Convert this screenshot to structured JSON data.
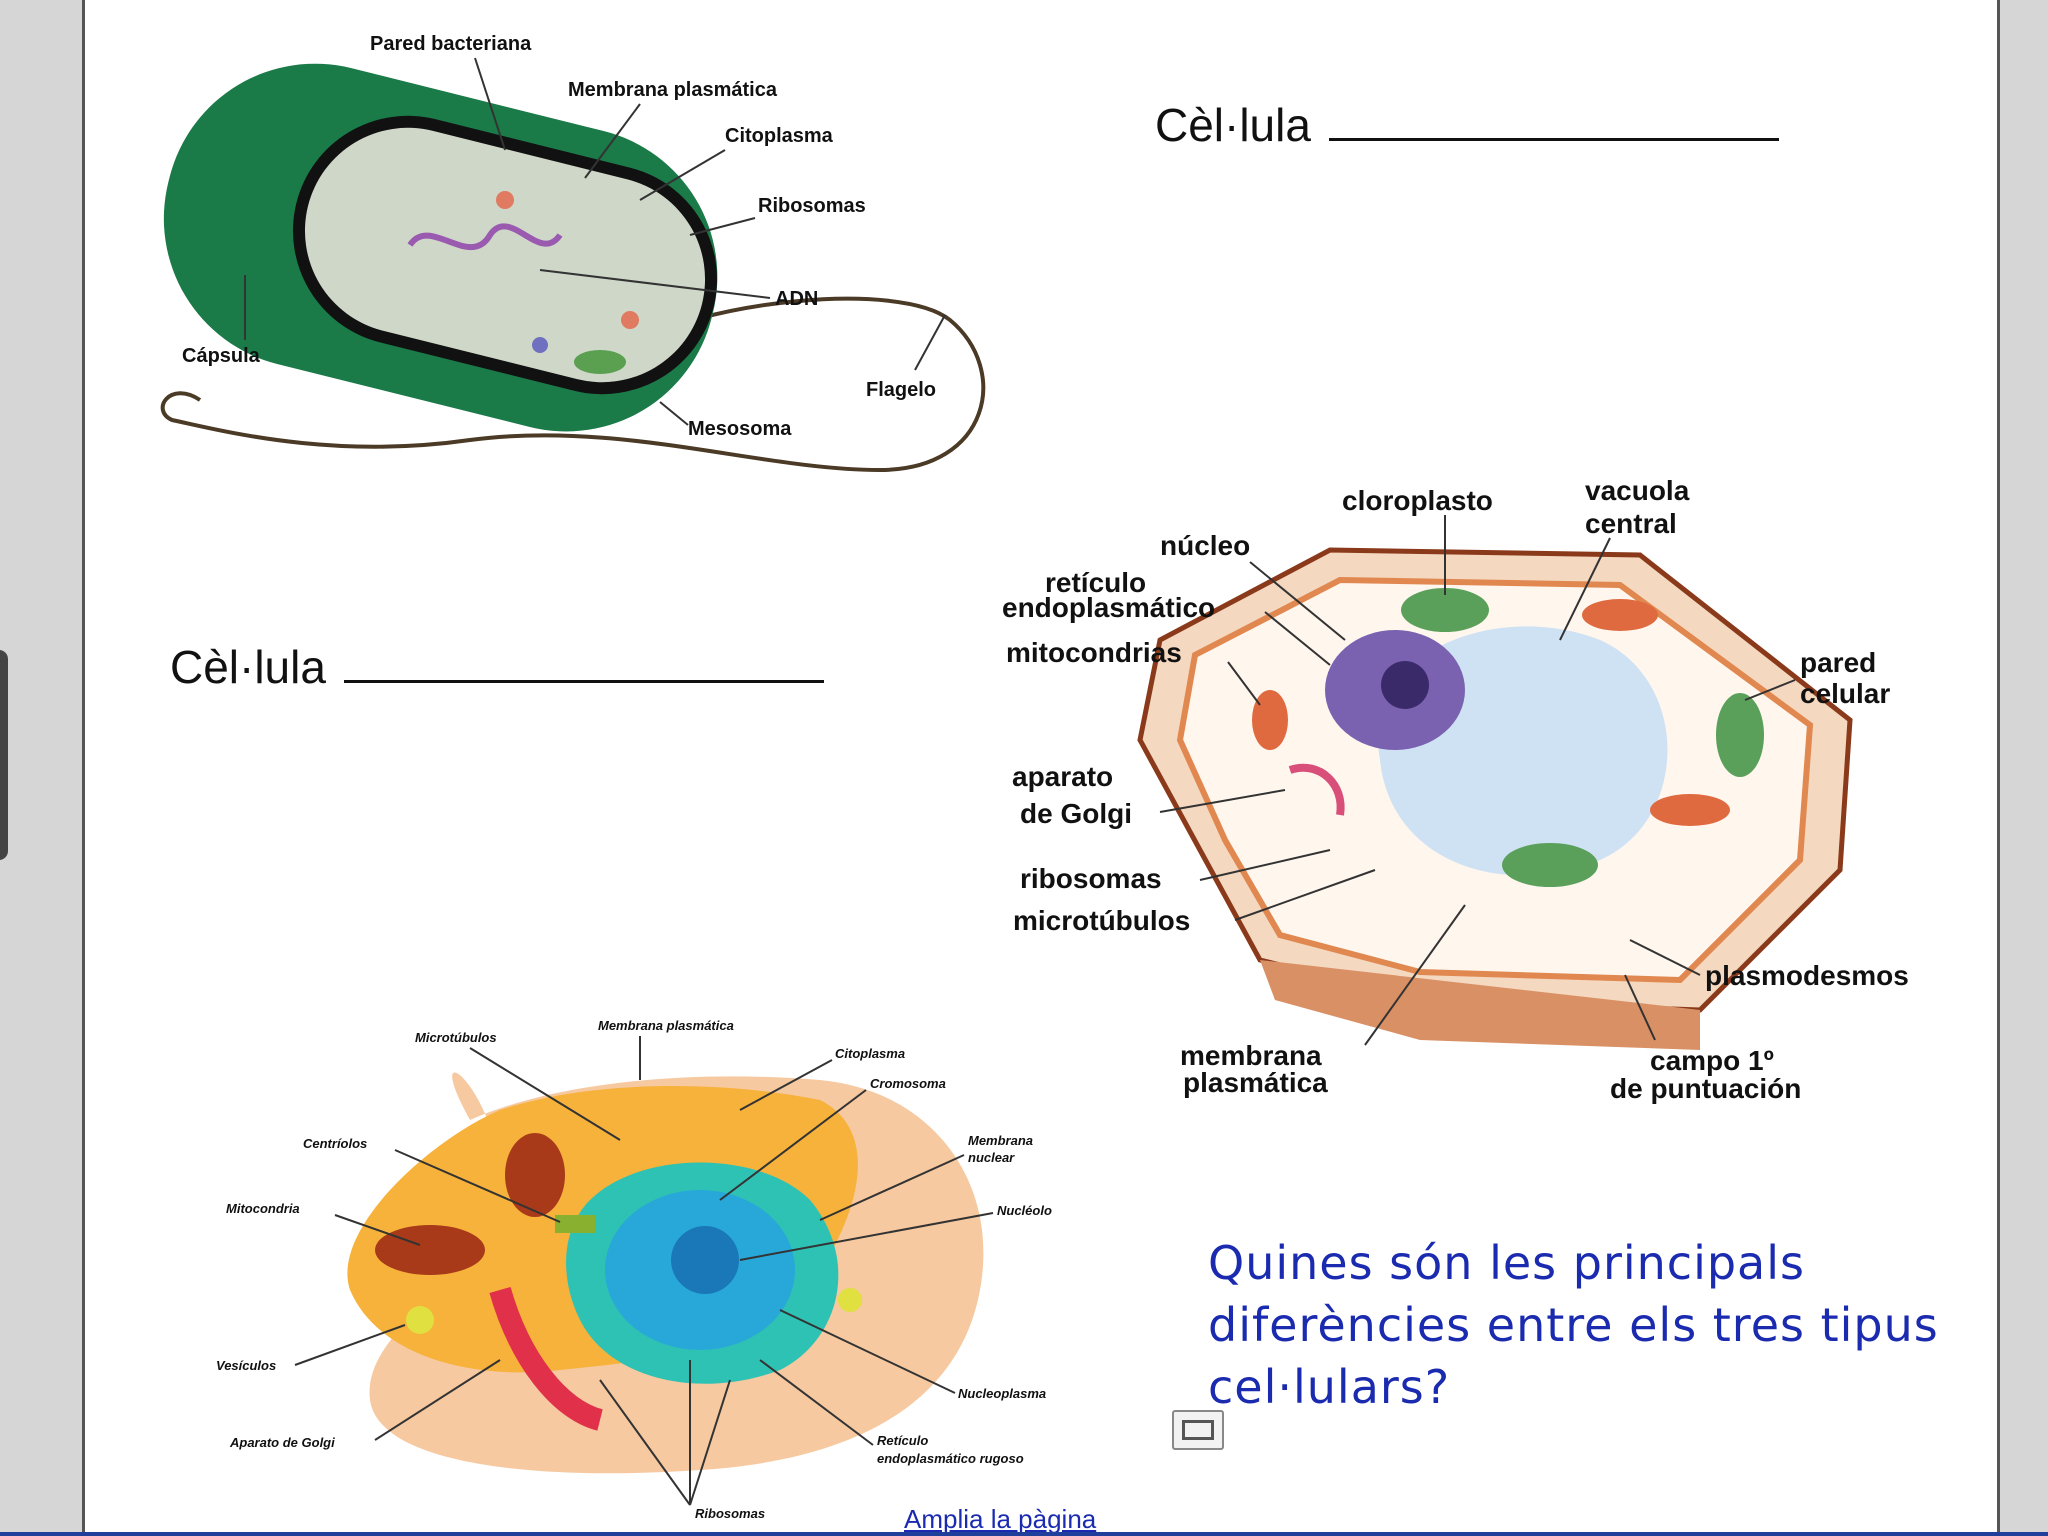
{
  "document": {
    "heading_top_right": "Cèl·lula",
    "heading_middle_left": "Cèl·lula",
    "question": "Quines són les principals diferències entre els tres tipus cel·lulars?",
    "enlarge_link": "Amplia la pàgina"
  },
  "bacteria_diagram": {
    "labels": {
      "wall": "Pared bacteriana",
      "membrane": "Membrana plasmática",
      "cytoplasm": "Citoplasma",
      "ribosomes": "Ribosomas",
      "dna": "ADN",
      "capsule": "Cápsula",
      "flagellum": "Flagelo",
      "mesosome": "Mesosoma"
    }
  },
  "plant_cell_diagram": {
    "labels": {
      "chloroplast": "cloroplasto",
      "vacuole_1": "vacuola",
      "vacuole_2": "central",
      "nucleus": "núcleo",
      "er_1": "retículo",
      "er_2": "endoplasmático",
      "mitochondria": "mitocondrias",
      "wall_1": "pared",
      "wall_2": "celular",
      "golgi_1": "aparato",
      "golgi_2": "de Golgi",
      "ribosomes": "ribosomas",
      "microtubules": "microtúbulos",
      "plasmodesmata": "plasmodesmos",
      "membrane_1": "membrana",
      "membrane_2": "plasmática",
      "pit_field_1": "campo 1º",
      "pit_field_2": "de puntuación"
    }
  },
  "animal_cell_diagram": {
    "labels": {
      "microtubules": "Microtúbulos",
      "membrane": "Membrana plasmática",
      "cytoplasm": "Citoplasma",
      "chromosome": "Cromosoma",
      "centrioles": "Centríolos",
      "nuclear_membrane_1": "Membrana",
      "nuclear_membrane_2": "nuclear",
      "mitochondria": "Mitocondria",
      "nucleolus": "Nucléolo",
      "vesicles": "Vesículos",
      "nucleoplasm": "Nucleoplasma",
      "golgi": "Aparato de Golgi",
      "rer_1": "Retículo",
      "rer_2": "endoplasmático rugoso",
      "ribosomes": "Ribosomas"
    }
  }
}
